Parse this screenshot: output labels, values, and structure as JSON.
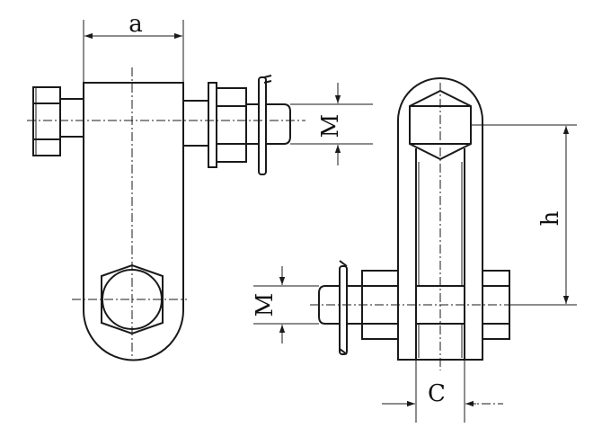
{
  "dimension_labels": {
    "width_a": "a",
    "thread_left": "M",
    "height_h": "h",
    "thread_right": "M",
    "gap_c": "C"
  }
}
